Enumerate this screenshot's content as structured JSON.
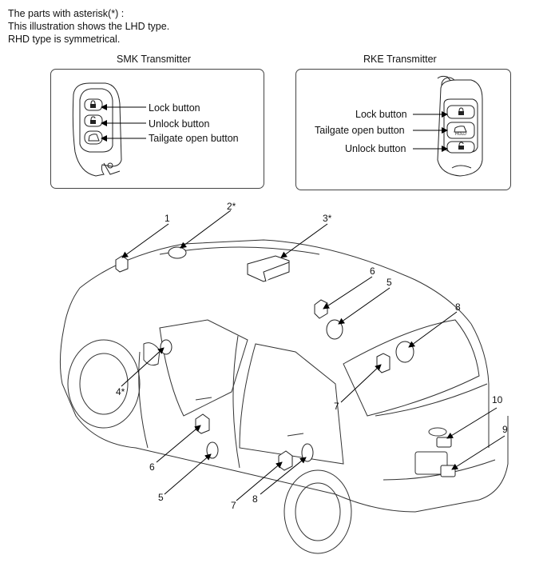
{
  "notes": {
    "line1": "The parts with asterisk(*) :",
    "line2": "This illustration shows the LHD type.",
    "line3": "RHD type is symmetrical."
  },
  "smk": {
    "title": "SMK Transmitter",
    "lock": "Lock button",
    "unlock": "Unlock button",
    "tailgate": "Tailgate open button"
  },
  "rke": {
    "title": "RKE Transmitter",
    "lock": "Lock button",
    "tailgate": "Tailgate open button",
    "unlock": "Unlock button",
    "key_text": "HOLD"
  },
  "callouts": {
    "c1": "1",
    "c2": "2*",
    "c3": "3*",
    "c4": "4*",
    "c5a": "5",
    "c5b": "5",
    "c6a": "6",
    "c6b": "6",
    "c7a": "7",
    "c7b": "7",
    "c8a": "8",
    "c8b": "8",
    "c9": "9",
    "c10": "10"
  }
}
